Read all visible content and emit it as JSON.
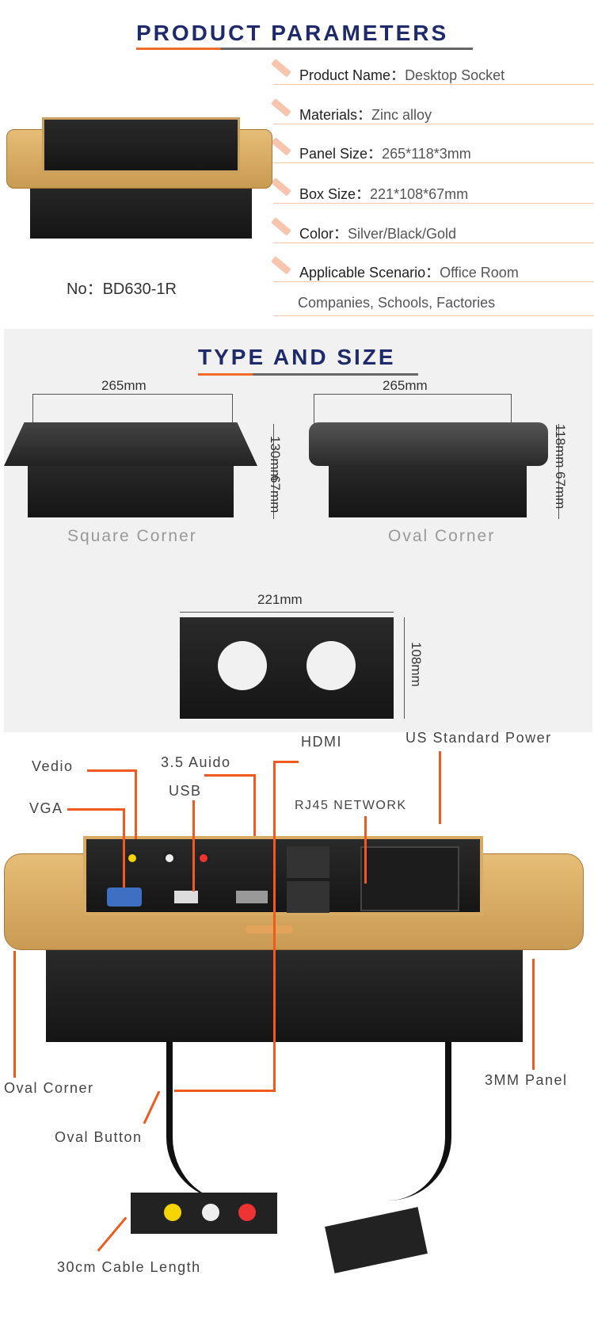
{
  "header": {
    "title": "PRODUCT PARAMETERS"
  },
  "params": [
    {
      "key": "Product Name：",
      "value": "Desktop Socket"
    },
    {
      "key": "Materials：",
      "value": "Zinc alloy"
    },
    {
      "key": "Panel Size：",
      "value": "265*118*3mm"
    },
    {
      "key": "Box Size：",
      "value": "221*108*67mm"
    },
    {
      "key": "Color：",
      "value": "Silver/Black/Gold"
    },
    {
      "key": "Applicable Scenario：",
      "value": "Office Room"
    }
  ],
  "params_continued": "Companies, Schools, Factories",
  "model": "No：BD630-1R",
  "type_size": {
    "title": "TYPE AND SIZE",
    "square": {
      "width": "265mm",
      "depth": "130mm",
      "height": "67mm",
      "caption": "Square Corner"
    },
    "oval": {
      "width": "265mm",
      "depth": "118mm",
      "height": "67mm",
      "caption": "Oval Corner"
    },
    "box": {
      "width": "221mm",
      "depth": "108mm"
    }
  },
  "callouts": {
    "hdmi": "HDMI",
    "us_power": "US Standard Power",
    "vedio": "Vedio",
    "audio": "3.5 Auido",
    "usb": "USB",
    "vga": "VGA",
    "rj45": "RJ45 NETWORK",
    "oval_corner": "Oval Corner",
    "panel": "3MM Panel",
    "oval_button": "Oval Button",
    "cable": "30cm Cable Length"
  },
  "colors": {
    "accent": "#f05a1e",
    "title": "#1f2a6b",
    "gold": "#d4a862"
  }
}
